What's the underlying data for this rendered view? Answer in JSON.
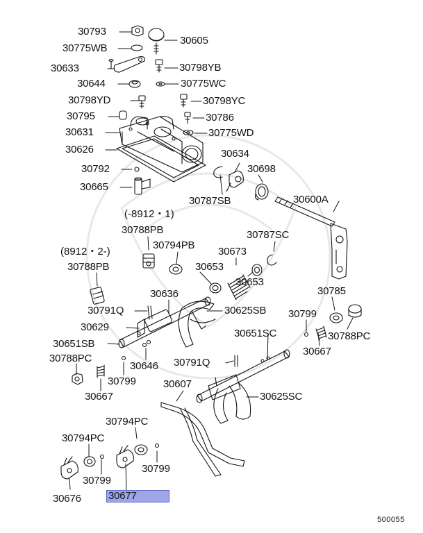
{
  "diagram": {
    "highlight_color": "#9fa6e8",
    "highlighted_part": "30677",
    "doc_id": "500055",
    "notes": {
      "early": "(-8912・1)",
      "late": "(8912・2-)"
    },
    "parts": {
      "p30793": "30793",
      "p30605": "30605",
      "p30775WB": "30775WB",
      "p30633": "30633",
      "p30798YB": "30798YB",
      "p30644": "30644",
      "p30775WC": "30775WC",
      "p30798YD": "30798YD",
      "p30798YC": "30798YC",
      "p30795": "30795",
      "p30786": "30786",
      "p30631": "30631",
      "p30775WD": "30775WD",
      "p30626": "30626",
      "p30634": "30634",
      "p30792": "30792",
      "p30698": "30698",
      "p30665": "30665",
      "p30787SB": "30787SB",
      "p30600A": "30600A",
      "p30788PB_a": "30788PB",
      "p30794PB": "30794PB",
      "p30787SC": "30787SC",
      "p30673": "30673",
      "p30788PB_b": "30788PB",
      "p30653_a": "30653",
      "p30653_b": "30653",
      "p30636": "30636",
      "p30785": "30785",
      "p30791Q_a": "30791Q",
      "p30625SB": "30625SB",
      "p30799_a": "30799",
      "p30629": "30629",
      "p30651SC": "30651SC",
      "p30788PC_a": "30788PC",
      "p30651SB": "30651SB",
      "p30667_a": "30667",
      "p30788PC_b": "30788PC",
      "p30791Q_b": "30791Q",
      "p30646": "30646",
      "p30799_b": "30799",
      "p30607": "30607",
      "p30667_b": "30667",
      "p30625SC": "30625SC",
      "p30794PC_a": "30794PC",
      "p30794PC_b": "30794PC",
      "p30799_c": "30799",
      "p30799_d": "30799",
      "p30676": "30676",
      "p30677": "30677"
    }
  }
}
